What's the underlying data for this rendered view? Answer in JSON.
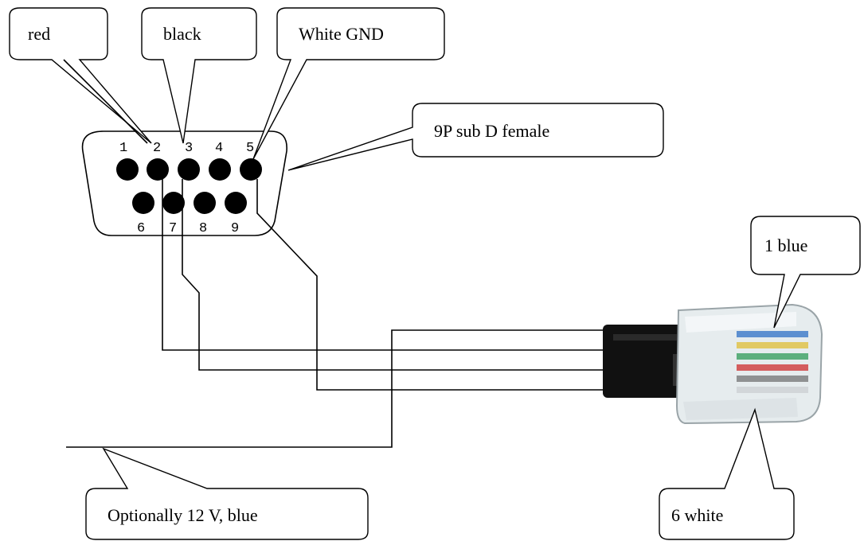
{
  "callouts": {
    "red": "red",
    "black": "black",
    "white_gnd": "White GND",
    "connector": "9P sub D female",
    "pin1_blue": "1 blue",
    "pin6_white": "6 white",
    "optional_12v": "Optionally 12 V, blue"
  },
  "db9": {
    "top_pins": [
      "1",
      "2",
      "3",
      "4",
      "5"
    ],
    "bottom_pins": [
      "6",
      "7",
      "8",
      "9"
    ]
  },
  "colors": {
    "line": "#000000",
    "cable": "#111111",
    "plug_clear": "#e8eef0",
    "wire_blue": "#3a78c8",
    "wire_red": "#d03a3a",
    "wire_green": "#3aa060",
    "wire_yellow": "#e0c040"
  }
}
